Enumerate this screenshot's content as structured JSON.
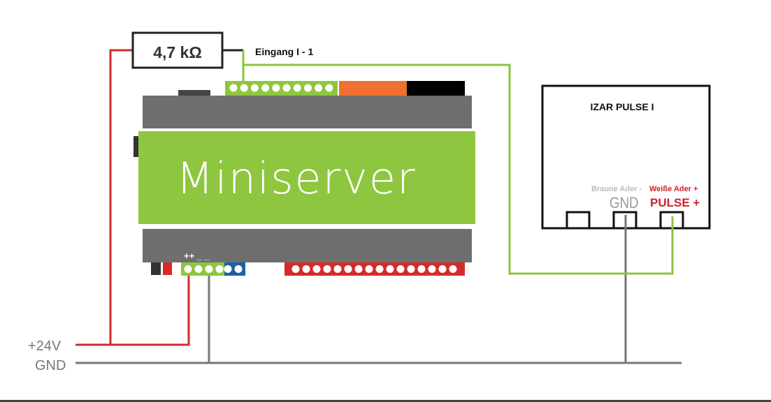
{
  "resistor": {
    "label": "4,7 kΩ"
  },
  "input_label": "Eingang I - 1",
  "miniserver": {
    "label": "Miniserver",
    "power_terminal_label": "++ _ _"
  },
  "device": {
    "title": "IZAR PULSE I",
    "gnd_wire_note": "Braune Ader -",
    "gnd_label": "GND",
    "pulse_wire_note": "Weiße Ader +",
    "pulse_label": "PULSE +"
  },
  "rails": {
    "plus_label": "+24V",
    "gnd_label": "GND"
  },
  "colors": {
    "wire_red": "#d62a2a",
    "wire_green": "#8cc43c",
    "wire_gnd": "#777777",
    "miniserver_green": "#8ec63f",
    "body_grey": "#6e6e6e",
    "orange": "#f07030",
    "blue": "#1e5fa8"
  }
}
